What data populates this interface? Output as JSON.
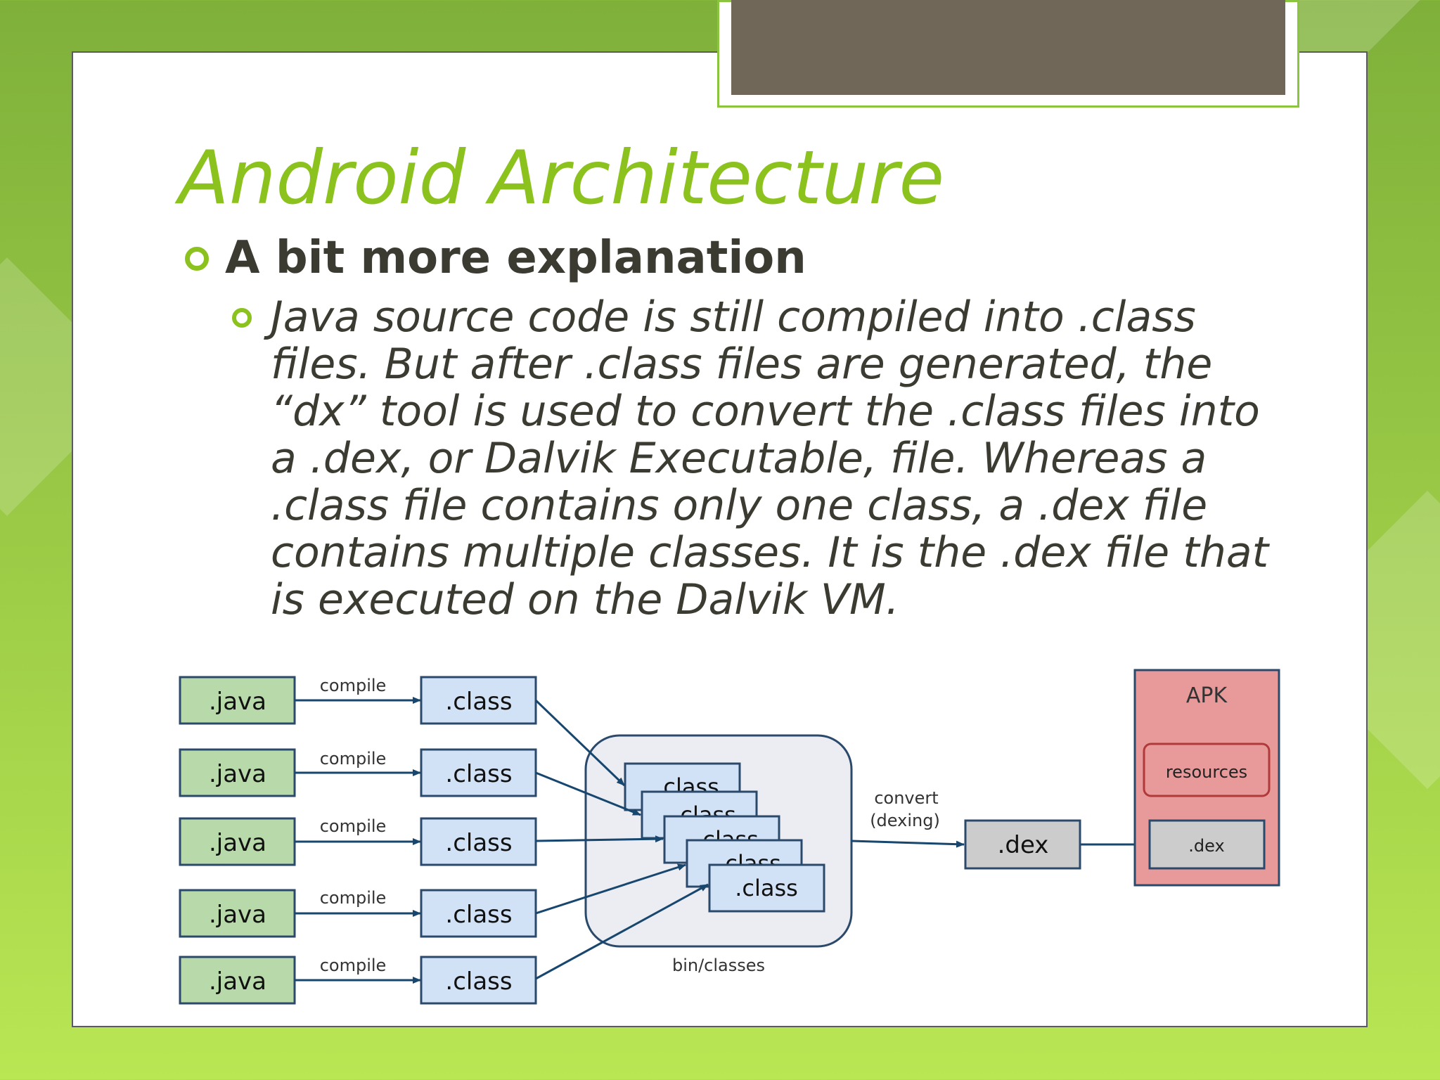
{
  "slide": {
    "title": "Android Architecture",
    "bullet1": "A bit more explanation",
    "bullet2_lines": [
      "Java source code is still compiled into .class",
      "files. But after .class files are generated, the",
      "“dx” tool is used to convert the .class files into",
      "a .dex, or Dalvik Executable, file. Whereas a",
      ".class file contains only one class, a .dex file",
      "contains multiple classes. It is the .dex file that",
      "is executed on the Dalvik VM."
    ]
  },
  "diagram": {
    "java_label": ".java",
    "compile_label": "compile",
    "class_label": ".class",
    "stack_class_label": ".class",
    "group_label": "bin/classes",
    "convert_label": "convert",
    "dexing_label": "(dexing)",
    "dex_label": ".dex",
    "apk_label": "APK",
    "resources_label": "resources",
    "apk_dex_label": ".dex",
    "colors": {
      "java_fill": "#b8d9a9",
      "class_fill": "#d2e2f6",
      "box_border": "#2b4a6b",
      "dex_fill": "#cccccc",
      "apk_fill": "#e89a9a",
      "apk_border": "#c05050",
      "arrow": "#17466e"
    }
  }
}
